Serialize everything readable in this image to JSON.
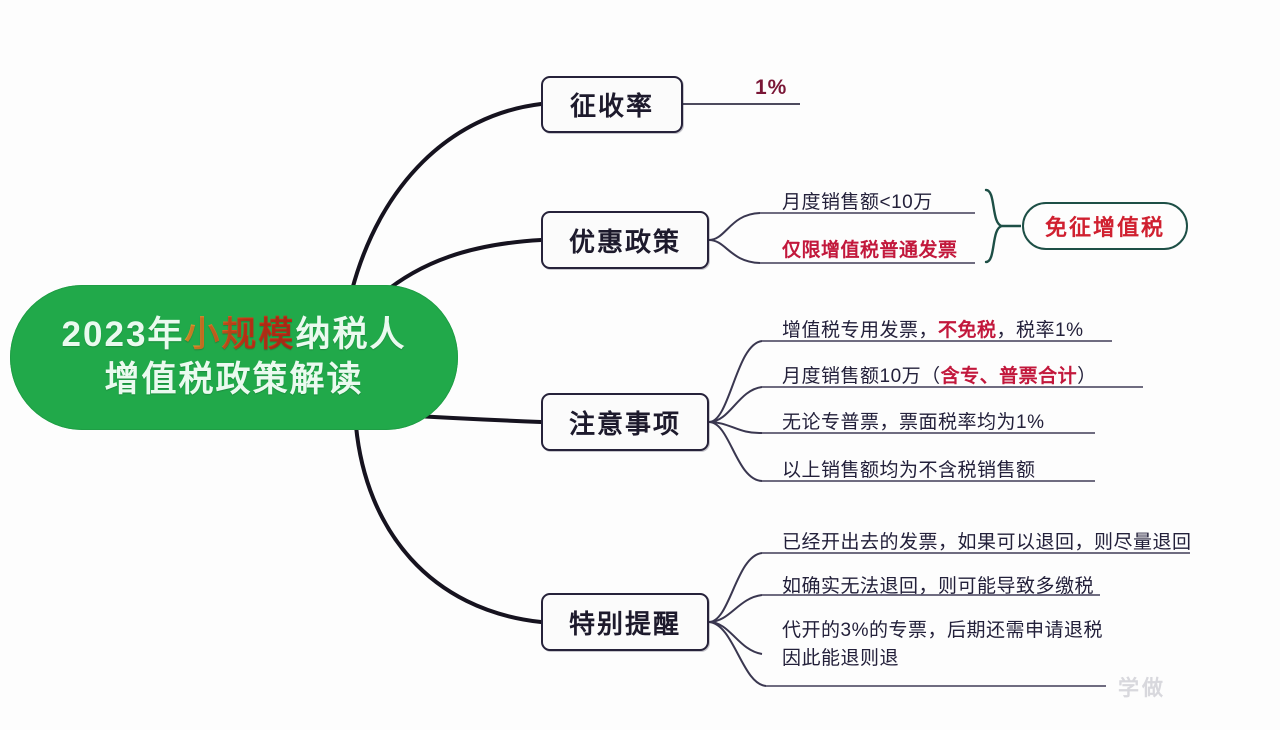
{
  "root": {
    "line1_pre": "2023年",
    "line1_highlight": "小规模",
    "line1_post": "纳税人",
    "line2": "增值税政策解读",
    "fill_color": "#21a94a",
    "text_color": "#eafaef",
    "highlight_color": "#d93b1a"
  },
  "branches": [
    {
      "label": "征收率",
      "annotation": "1%",
      "annotation_color": "#7a1636",
      "leaves": []
    },
    {
      "label": "优惠政策",
      "leaves": [
        {
          "text": "月度销售额<10万",
          "color": "#23203a",
          "bold": false
        },
        {
          "text": "仅限增值税普通发票",
          "color": "#c2183c",
          "bold": true
        }
      ],
      "callout": {
        "text": "免征增值税",
        "border_color": "#1d4f46",
        "text_color": "#d02030"
      }
    },
    {
      "label": "注意事项",
      "leaves": [
        {
          "pre": "增值税专用发票，",
          "em": "不免税",
          "post": "，税率1%"
        },
        {
          "pre": "月度销售额10万（",
          "em": "含专、普票合计",
          "post": "）"
        },
        {
          "text": "无论专普票，票面税率均为1%"
        },
        {
          "text": "以上销售额均为不含税销售额"
        }
      ]
    },
    {
      "label": "特别提醒",
      "leaves": [
        {
          "text": "已经开出去的发票，如果可以退回，则尽量退回"
        },
        {
          "text": "如确实无法退回，则可能导致多缴税"
        },
        {
          "text": "代开的3%的专票，后期还需申请退税"
        },
        {
          "text": "因此能退则退"
        }
      ]
    }
  ],
  "watermark": "学做"
}
